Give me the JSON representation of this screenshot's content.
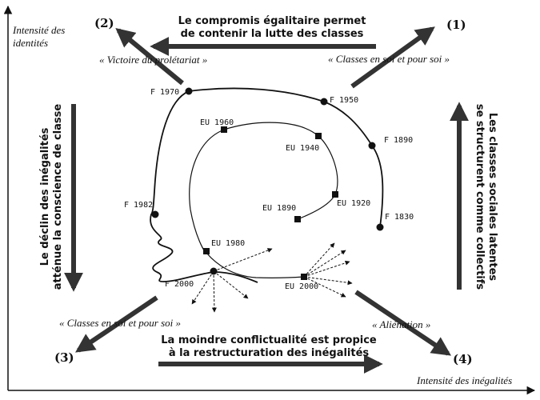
{
  "axes": {
    "y_label_line1": "Intensité des",
    "y_label_line2": "identités",
    "x_label": "Intensité des inégalités"
  },
  "quadrants": {
    "q1": "(1)",
    "q2": "(2)",
    "q3": "(3)",
    "q4": "(4)"
  },
  "labels": {
    "q1_label": "« Classes en soi et pour soi »",
    "q2_label": "« Victoire du prolétariat »",
    "q3_label": "« Classes en soi et pour soi »",
    "q4_label": "« Aliénation »"
  },
  "captions": {
    "top_line1": "Le compromis égalitaire permet",
    "top_line2": "de contenir la lutte des classes",
    "bottom_line1": "La moindre conflictualité est propice",
    "bottom_line2": "à la restructuration des inégalités",
    "left_line1": "Le déclin des inégalités",
    "left_line2": "atténue la conscience de classe",
    "right_line1": "Les classes sociales latentes",
    "right_line2": "se structurent comme collectifs"
  },
  "france_points": [
    "F 1830",
    "F 1890",
    "F 1950",
    "F 1970",
    "F 1982",
    "F 2000"
  ],
  "us_points": [
    "EU 1890",
    "EU 1920",
    "EU 1940",
    "EU 1960",
    "EU 1980",
    "EU 2000"
  ],
  "colors": {
    "ink": "#111111",
    "arrow": "#333333"
  }
}
